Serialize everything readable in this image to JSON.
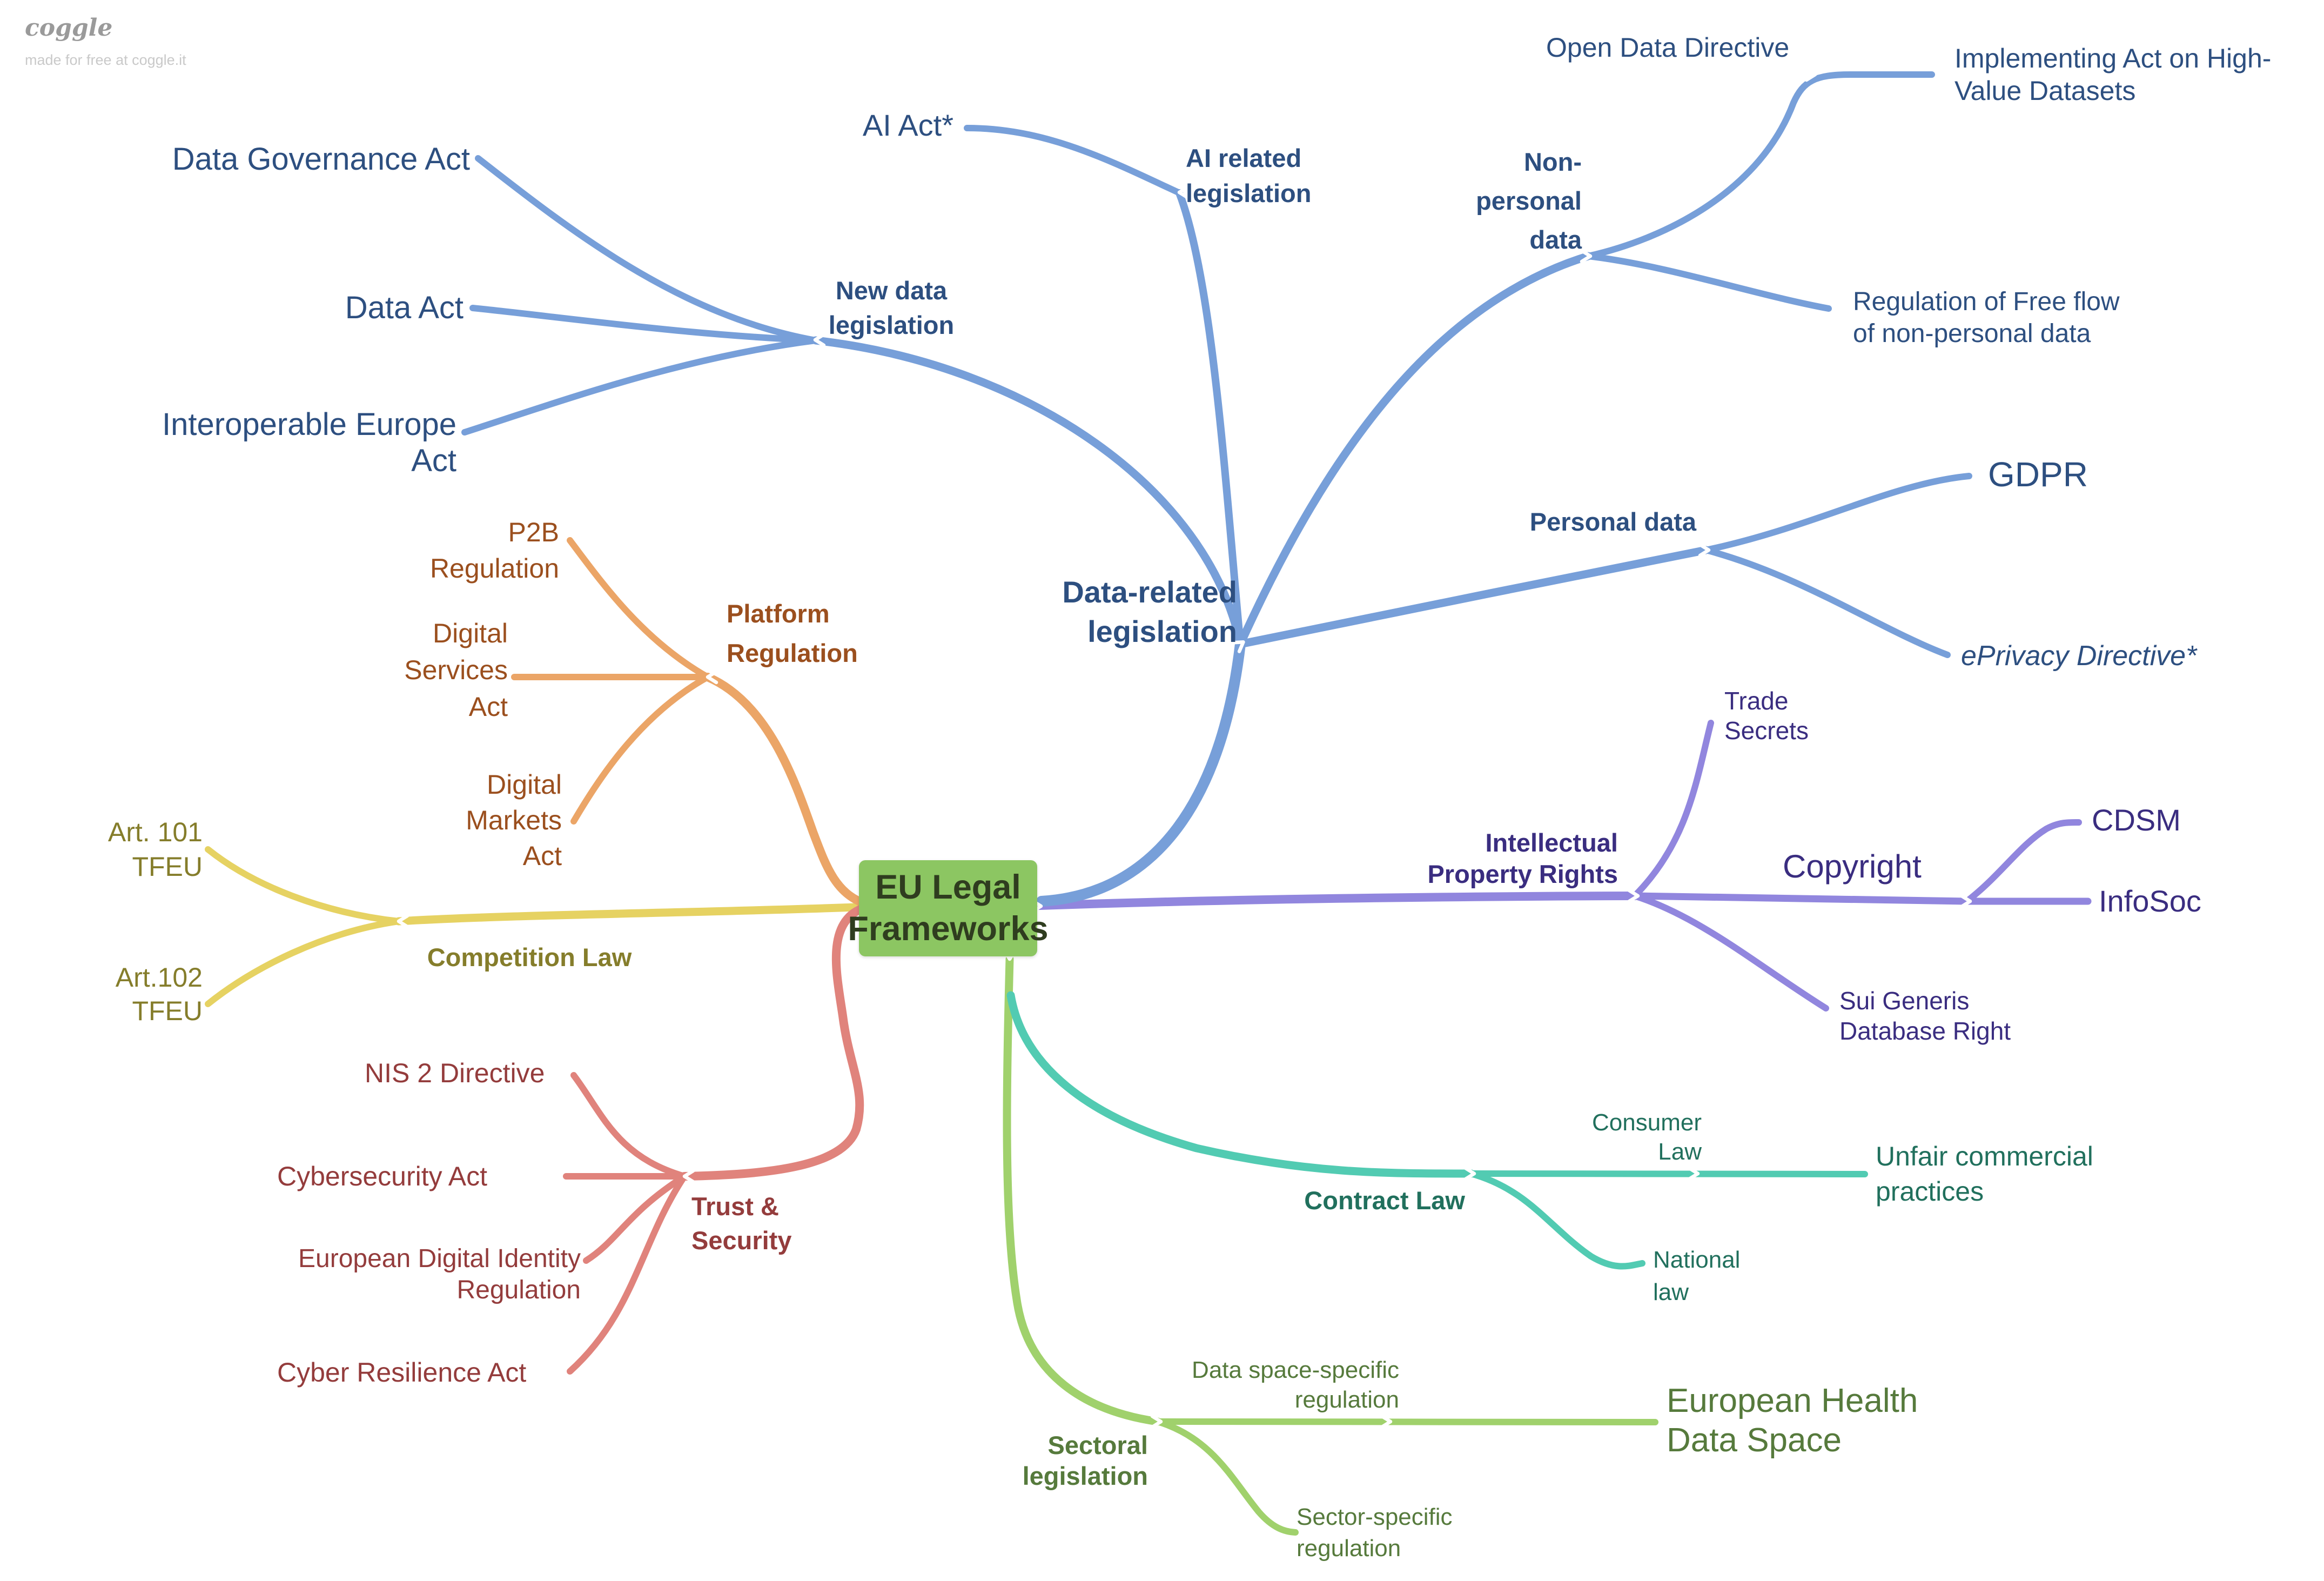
{
  "watermark": {
    "logo": "coggle",
    "tagline": "made for free at coggle.it"
  },
  "root": {
    "label": "EU Legal\nFrameworks"
  },
  "palette": {
    "canvas": "#ffffff",
    "node_fill": "#8cc662",
    "node_text": "#2f3d1f",
    "chevron": "#ffffff",
    "blue": "#779fd9",
    "blue_text": "#2d4f80",
    "orange": "#eba567",
    "orange_text": "#9b4f1e",
    "yellow": "#e6d262",
    "yellow_text": "#857d2b",
    "red": "#e0837c",
    "red_text": "#943c3c",
    "purple": "#9186de",
    "purple_text": "#3a2d80",
    "teal": "#52cbb2",
    "teal_text": "#21705d",
    "green": "#a0d16c",
    "green_text": "#567a3c",
    "watermark_logo": "#9a9a9a",
    "watermark_tagline": "#c9c9c9"
  },
  "labels": {
    "data_related": {
      "header": "Data-related\nlegislation",
      "new_data_header": "New data\nlegislation",
      "data_governance_act": "Data Governance Act",
      "data_act": "Data Act",
      "interoperable_europe_act": "Interoperable Europe\nAct",
      "ai_related_header": "AI related\nlegislation",
      "ai_act": "AI Act*",
      "non_personal_header": "Non-\npersonal\ndata",
      "open_data_directive": "Open Data Directive",
      "implementing_act": "Implementing Act on High-\nValue Datasets",
      "free_flow_regulation": "Regulation of Free flow\nof non-personal data",
      "personal_header": "Personal data",
      "gdpr": "GDPR",
      "eprivacy_directive": "ePrivacy Directive*"
    },
    "platform": {
      "header": "Platform\nRegulation",
      "p2b_regulation": "P2B\nRegulation",
      "digital_services_act": "Digital\nServices\nAct",
      "digital_markets_act": "Digital\nMarkets\nAct"
    },
    "competition": {
      "header": "Competition Law",
      "art_101_tfeu": "Art. 101\nTFEU",
      "art_102_tfeu": "Art.102\nTFEU"
    },
    "trust": {
      "header": "Trust &\nSecurity",
      "nis_2_directive": "NIS 2 Directive",
      "cybersecurity_act": "Cybersecurity Act",
      "european_digital_identity_regulation": "European Digital Identity\nRegulation",
      "cyber_resilience_act": "Cyber Resilience Act"
    },
    "ipr": {
      "header": "Intellectual\nProperty Rights",
      "trade_secrets": "Trade\nSecrets",
      "copyright": "Copyright",
      "cdsm": "CDSM",
      "infosoc": "InfoSoc",
      "sui_generis": "Sui Generis\nDatabase Right"
    },
    "contract": {
      "header": "Contract Law",
      "consumer_law": "Consumer\nLaw",
      "unfair_commercial_practices": "Unfair commercial\npractices",
      "national_law": "National\nlaw"
    },
    "sectoral": {
      "header": "Sectoral\nlegislation",
      "data_space_specific": "Data space-specific\nregulation",
      "european_health_data_space": "European Health\nData Space",
      "sector_specific": "Sector-specific\nregulation"
    }
  }
}
